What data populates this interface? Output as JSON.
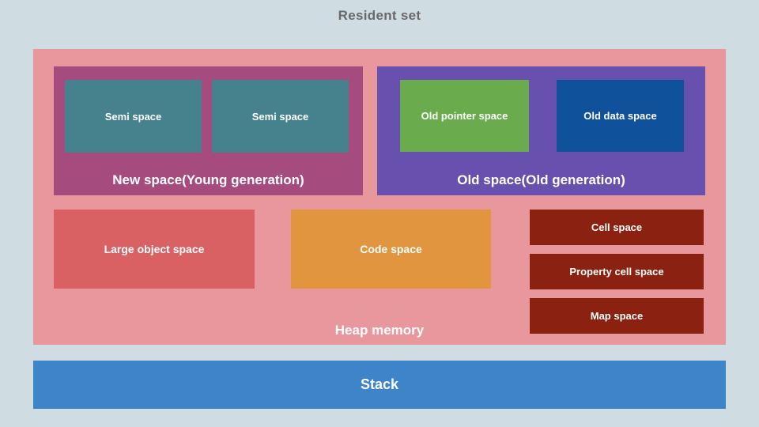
{
  "title": "Resident set",
  "heap": {
    "label": "Heap memory",
    "new_space": {
      "label": "New space(Young generation)",
      "children": [
        "Semi space",
        "Semi space"
      ]
    },
    "old_space": {
      "label": "Old space(Old generation)",
      "children": [
        "Old pointer space",
        "Old data space"
      ]
    },
    "large_object_space": "Large object space",
    "code_space": "Code space",
    "cell_spaces": [
      "Cell space",
      "Property cell space",
      "Map space"
    ]
  },
  "stack": {
    "label": "Stack"
  },
  "colors": {
    "background": "#cfdde2",
    "heap_background": "#e8979c",
    "new_space": "#a54b7d",
    "semi_space": "#46818e",
    "old_space": "#6851ae",
    "old_pointer_space": "#6aab4d",
    "old_data_space": "#10519c",
    "large_object_space": "#d96163",
    "code_space": "#e0953e",
    "cell_space": "#8b2211",
    "stack": "#3e84c8",
    "title_text": "#696969",
    "box_text": "#ffffff"
  }
}
